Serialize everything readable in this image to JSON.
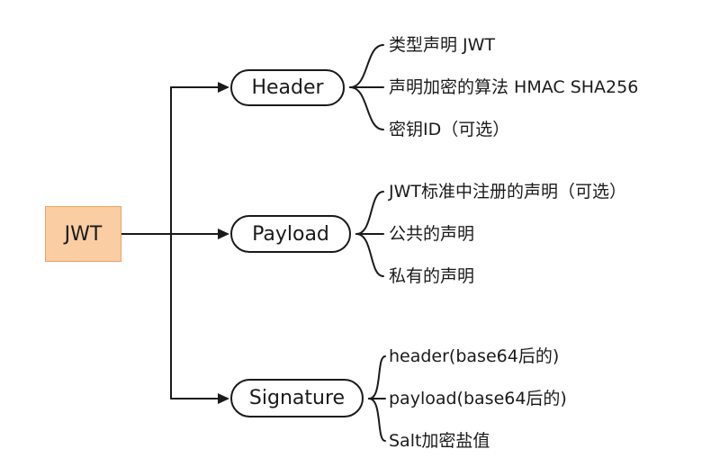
{
  "diagram": {
    "title": "JWT structure mind map",
    "root": {
      "label": "JWT"
    },
    "branches": [
      {
        "label": "Header",
        "items": [
          "类型声明 JWT",
          "声明加密的算法 HMAC SHA256",
          "密钥ID（可选）"
        ]
      },
      {
        "label": "Payload",
        "items": [
          "JWT标准中注册的声明（可选）",
          "公共的声明",
          "私有的声明"
        ]
      },
      {
        "label": "Signature",
        "items": [
          "header(base64后的)",
          "payload(base64后的)",
          "Salt加密盐值"
        ]
      }
    ],
    "colors": {
      "root_fill": "#FACDA2",
      "root_border": "#EBA36B",
      "node_border": "#1A1A1A",
      "line": "#1A1A1A",
      "background": "#FFFFFF"
    }
  }
}
